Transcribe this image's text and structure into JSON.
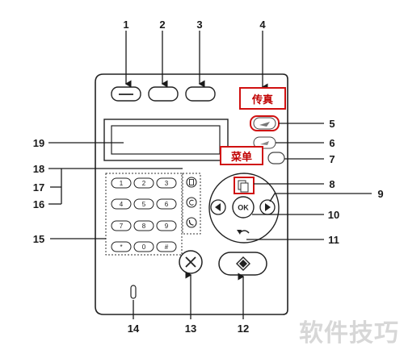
{
  "labels": {
    "fax": "传真",
    "menu": "菜单"
  },
  "callouts": [
    "1",
    "2",
    "3",
    "4",
    "5",
    "6",
    "7",
    "8",
    "9",
    "10",
    "11",
    "12",
    "13",
    "14",
    "15",
    "16",
    "17",
    "18",
    "19"
  ],
  "keypad": [
    "1",
    "2",
    "3",
    "4",
    "5",
    "6",
    "7",
    "8",
    "9",
    "*",
    "0",
    "#"
  ],
  "ok_label": "OK",
  "watermark": "软件技巧"
}
